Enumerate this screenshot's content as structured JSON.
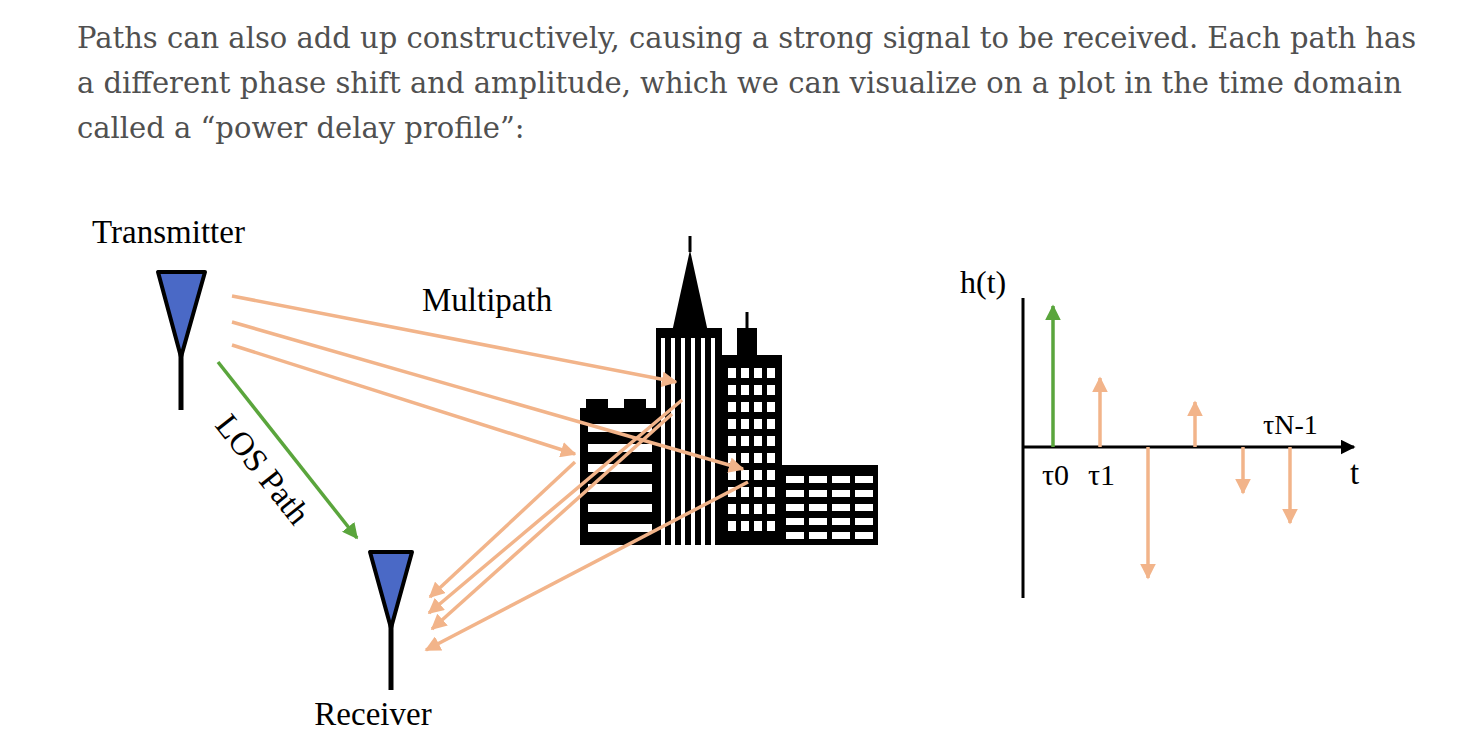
{
  "diagram": {
    "nodes": [
      {
        "text": [
          "Transmitter"
        ]
      },
      {
        "text": [
          "Receiver"
        ]
      }
    ],
    "edges": [
      {
        "from": 0,
        "to": 1,
        "arrow": "to",
        "label": "LOS Path"
      }
    ],
    "labels": [
      "Paths can also add up constructively, causing a strong signal to be received. Each path has a different phase shift and amplitude, which we can visualize on a plot in the time domain called a “power delay profile”:",
      "Multipath",
      "h(t)",
      "τ0",
      "τ1",
      "τN-1",
      "t"
    ]
  }
}
